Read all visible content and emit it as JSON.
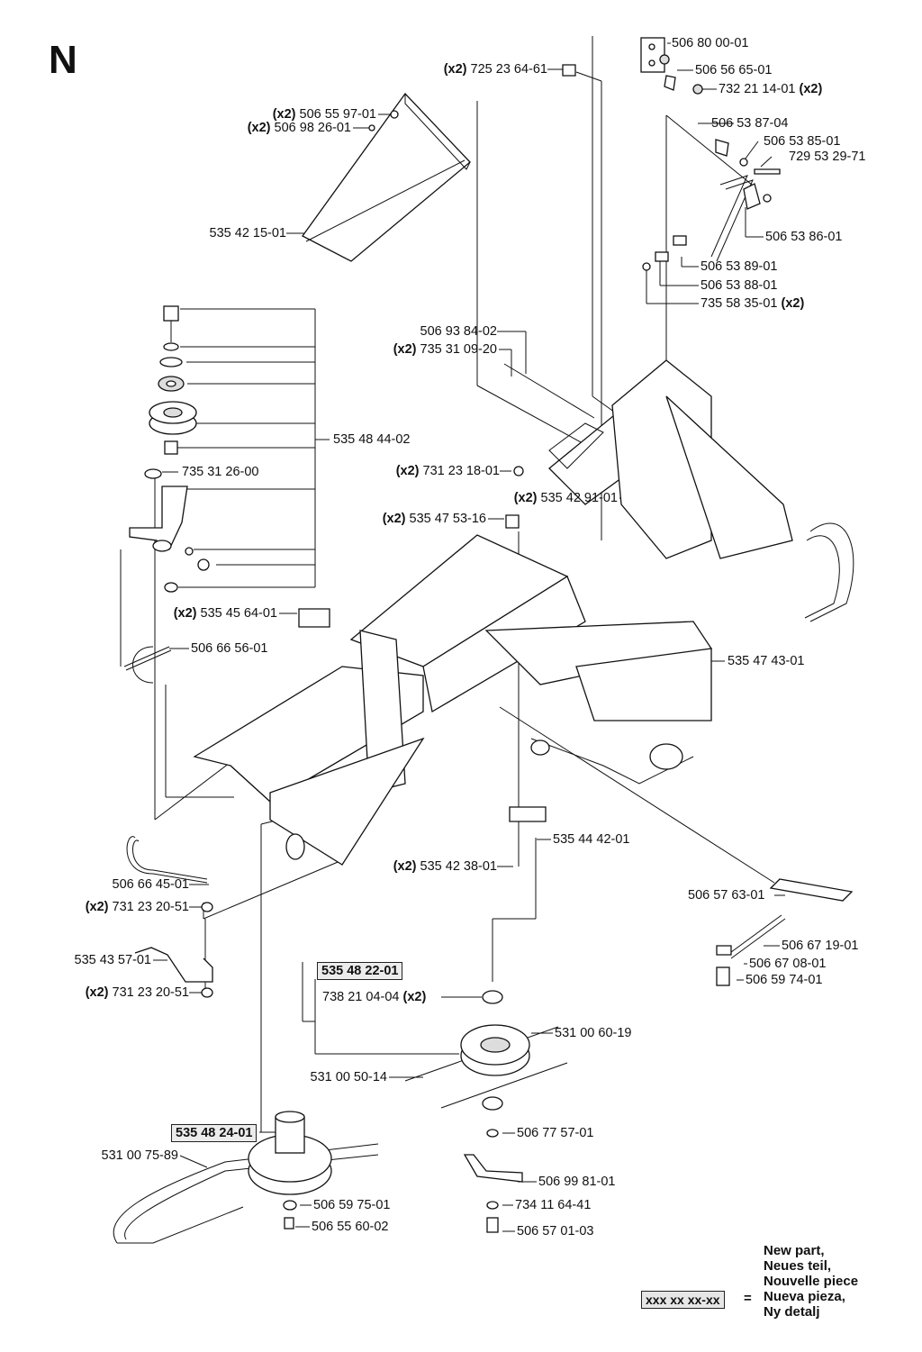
{
  "section": "N",
  "labels": {
    "p1": {
      "qty": "(x2)",
      "num": "725 23 64-61"
    },
    "p2": {
      "num": "506 80 00-01"
    },
    "p3": {
      "num": "506 56 65-01"
    },
    "p4": {
      "num": "732 21 14-01",
      "qty": "(x2)"
    },
    "p5": {
      "qty": "(x2)",
      "num": "506 55 97-01"
    },
    "p6": {
      "qty": "(x2)",
      "num": "506 98 26-01"
    },
    "p7": {
      "num": "506 53 87-04"
    },
    "p8": {
      "num": "506 53 85-01"
    },
    "p9": {
      "num": "729 53 29-71"
    },
    "p10": {
      "num": "535 42 15-01"
    },
    "p11": {
      "num": "506 53 86-01"
    },
    "p12": {
      "num": "506 53 89-01"
    },
    "p13": {
      "num": "506 53 88-01"
    },
    "p14": {
      "num": "735 58 35-01",
      "qty": "(x2)"
    },
    "p15": {
      "num": "506 93 84-02"
    },
    "p16": {
      "qty": "(x2)",
      "num": "735 31 09-20"
    },
    "p17": {
      "num": "535 48 44-02"
    },
    "p18": {
      "num": "735 31 26-00"
    },
    "p19": {
      "qty": "(x2)",
      "num": "731 23 18-01"
    },
    "p20": {
      "qty": "(x2)",
      "num": "535 42 91-01"
    },
    "p21": {
      "qty": "(x2)",
      "num": "535 47 53-16"
    },
    "p22": {
      "qty": "(x2)",
      "num": "535 45 64-01"
    },
    "p23": {
      "num": "506 66 56-01"
    },
    "p24": {
      "num": "535 47 43-01"
    },
    "p25": {
      "num": "535 44 42-01"
    },
    "p26": {
      "qty": "(x2)",
      "num": "535 42 38-01"
    },
    "p27": {
      "num": "506 66 45-01"
    },
    "p28": {
      "qty": "(x2)",
      "num": "731 23 20-51"
    },
    "p29": {
      "num": "506 57 63-01"
    },
    "p30": {
      "num": "506 67 19-01"
    },
    "p31": {
      "num": "506 67 08-01"
    },
    "p32": {
      "num": "506 59 74-01"
    },
    "p33": {
      "num": "535 43 57-01"
    },
    "p34": {
      "num": "535 48 22-01"
    },
    "p35": {
      "qty": "(x2)",
      "num": "731 23 20-51"
    },
    "p36": {
      "num": "738 21 04-04",
      "qty": "(x2)"
    },
    "p37": {
      "num": "531 00 60-19"
    },
    "p38": {
      "num": "531 00 50-14"
    },
    "p39": {
      "num": "535 48 24-01"
    },
    "p40": {
      "num": "531 00 75-89"
    },
    "p41": {
      "num": "506 77 57-01"
    },
    "p42": {
      "num": "506 99 81-01"
    },
    "p43": {
      "num": "506 59 75-01"
    },
    "p44": {
      "num": "734 11 64-41"
    },
    "p45": {
      "num": "506 55 60-02"
    },
    "p46": {
      "num": "506 57 01-03"
    }
  },
  "legend": {
    "box": "xxx xx xx-xx",
    "eq": "=",
    "lines": [
      "New part,",
      "Neues teil,",
      "Nouvelle piece",
      "Nueva pieza,",
      "Ny detalj"
    ]
  }
}
